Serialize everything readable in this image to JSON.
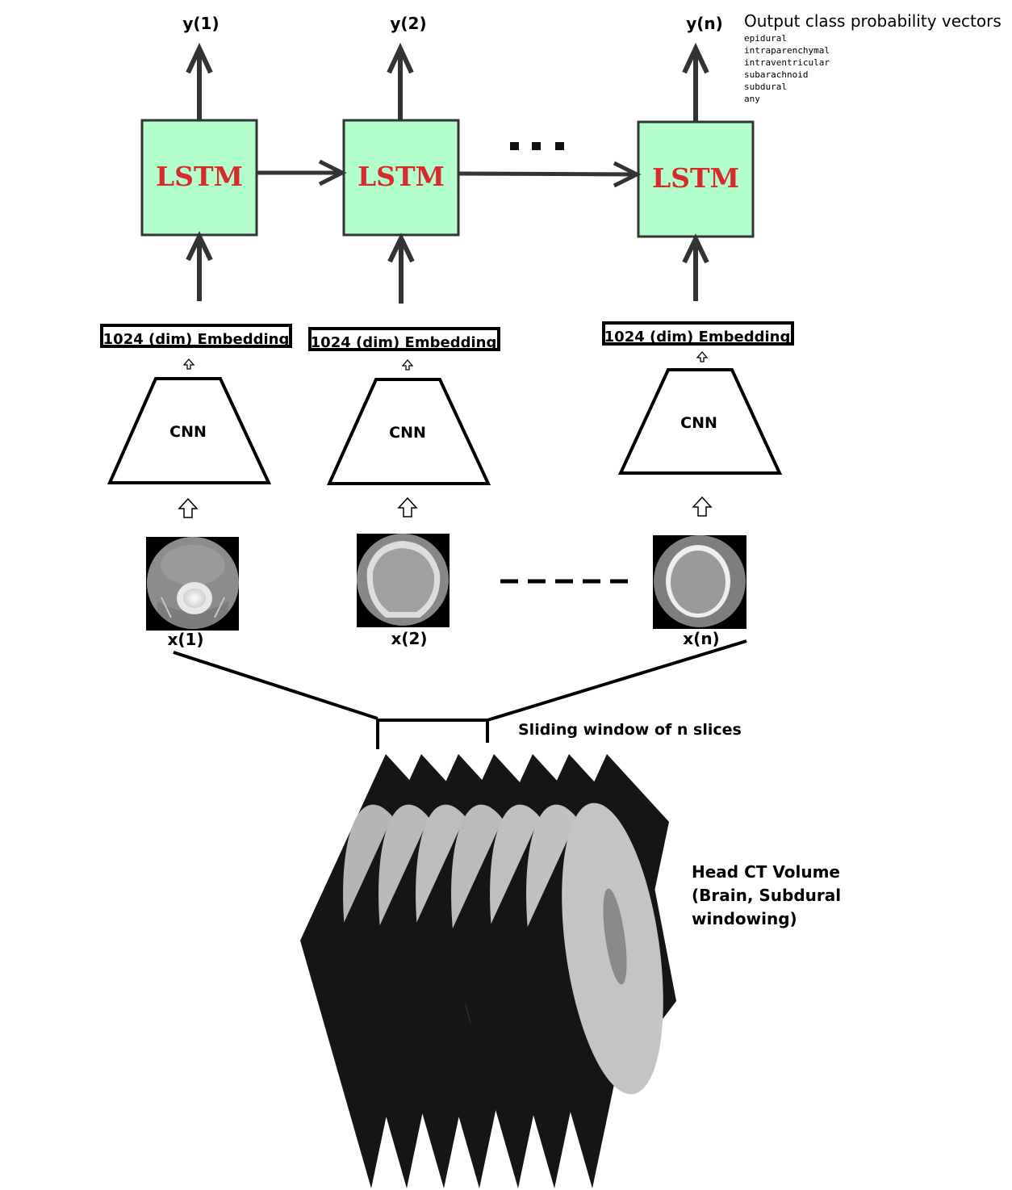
{
  "outputs": [
    "y(1)",
    "y(2)",
    "y(n)"
  ],
  "output_title": "Output class probability vectors",
  "classes": [
    "epidural",
    "intraparenchymal",
    "intraventricular",
    "subarachnoid",
    "subdural",
    "any"
  ],
  "lstm_label": "LSTM",
  "ellipsis_top": "...",
  "embedding_label": "1024 (dim) Embedding",
  "cnn_label": "CNN",
  "inputs": [
    "x(1)",
    "x(2)",
    "x(n)"
  ],
  "sliding_window_label": "Sliding window of n slices",
  "volume_label": [
    "Head CT Volume",
    "(Brain, Subdural",
    "windowing)"
  ],
  "colors": {
    "lstm_fill": "#b3ffcc",
    "lstm_text": "#d62b2b",
    "stroke": "#333333"
  }
}
